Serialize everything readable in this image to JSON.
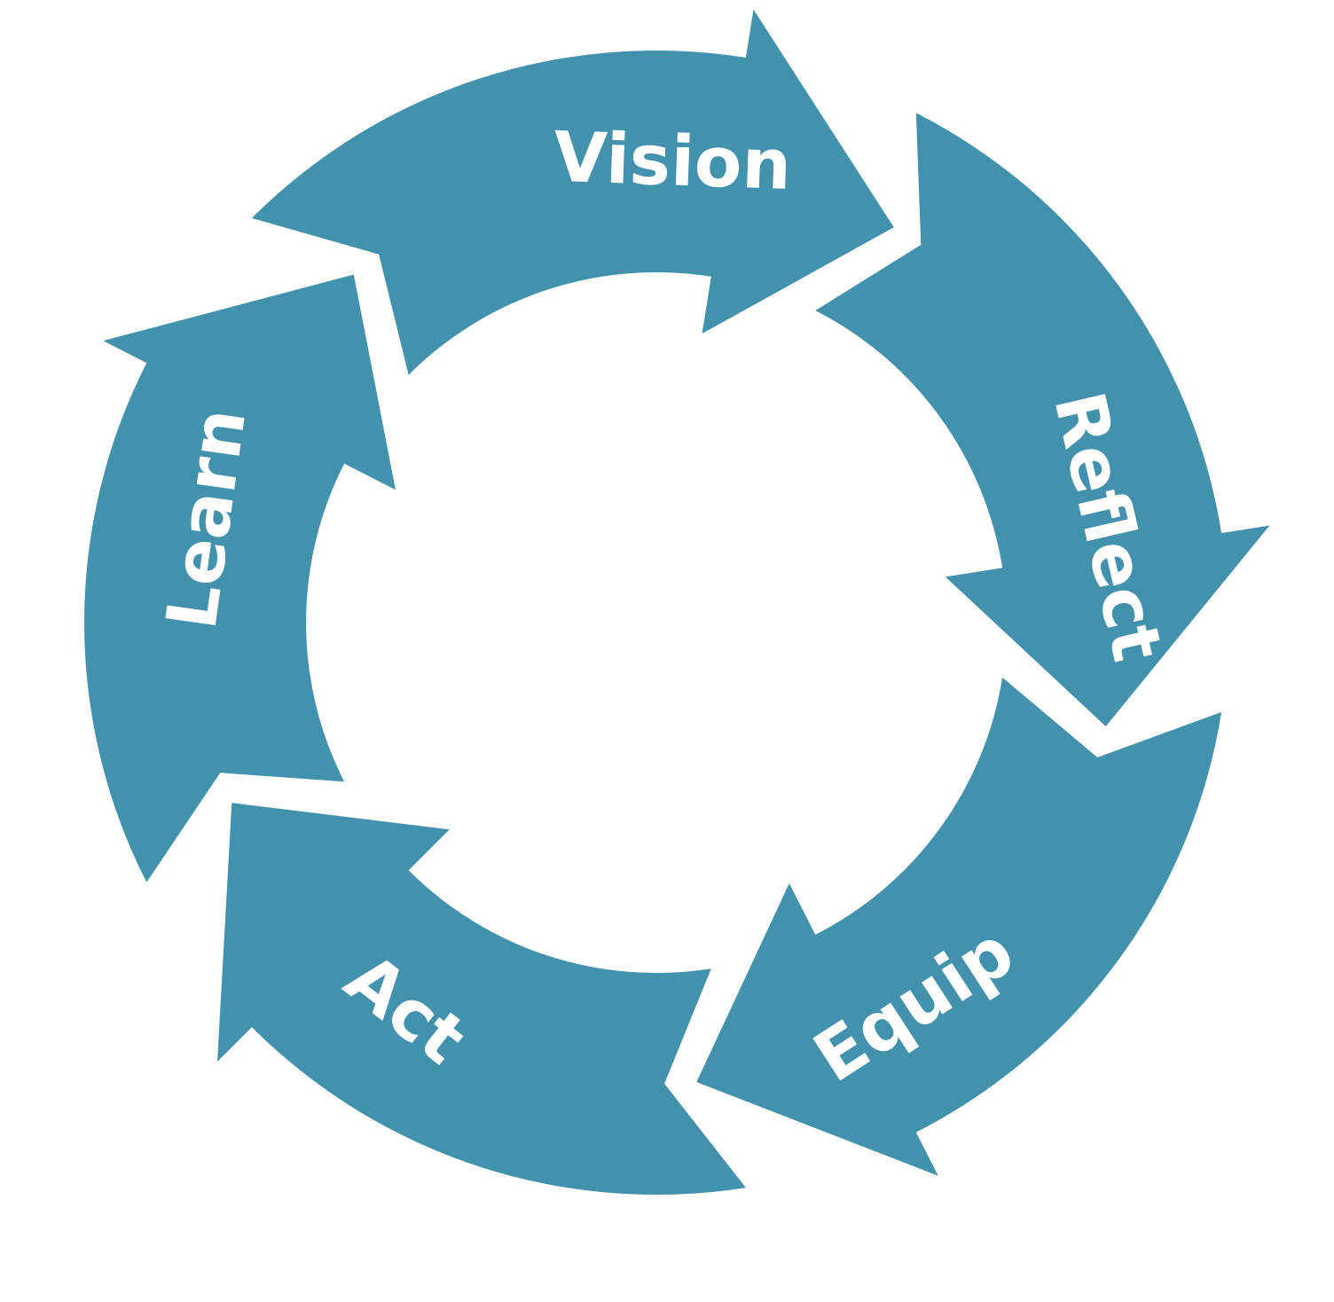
{
  "diagram": {
    "type": "cycle",
    "arrow_color": "#4292ad",
    "background_color": "#ffffff",
    "label_color": "#ffffff",
    "steps": [
      {
        "id": "vision",
        "label": "Vision"
      },
      {
        "id": "reflect",
        "label": "Reflect"
      },
      {
        "id": "equip",
        "label": "Equip"
      },
      {
        "id": "act",
        "label": "Act"
      },
      {
        "id": "learn",
        "label": "Learn"
      }
    ]
  }
}
